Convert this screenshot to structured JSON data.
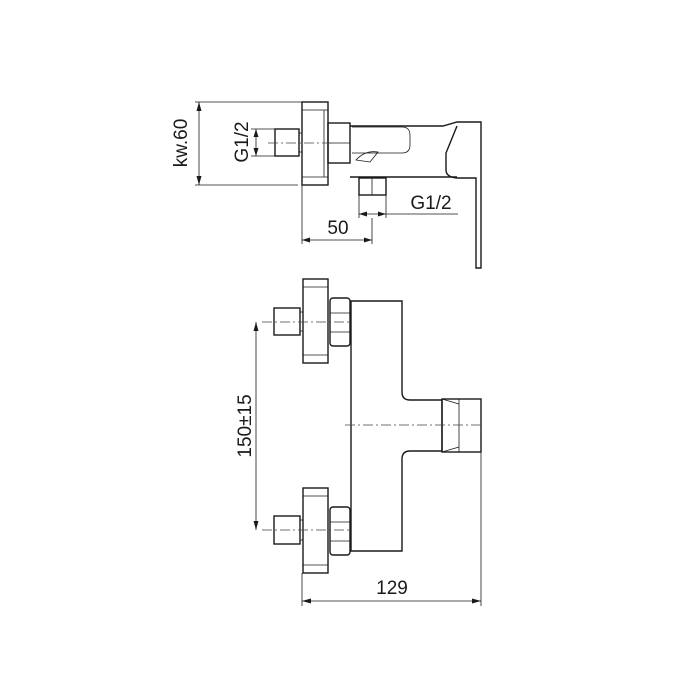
{
  "dimensions": {
    "wall_distance": "kw.60",
    "inlet_thread_side": "G1/2",
    "outlet_thread": "G1/2",
    "outlet_offset": "50",
    "inlet_spacing": "150±15",
    "total_depth": "129"
  },
  "colors": {
    "line": "#1a1a1a",
    "background": "#ffffff"
  }
}
